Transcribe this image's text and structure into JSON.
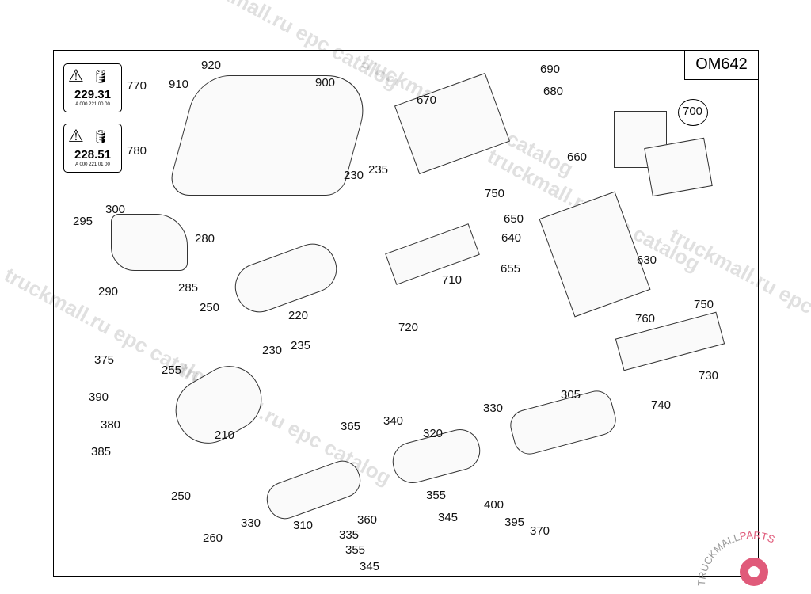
{
  "diagram": {
    "title": "OM642",
    "warning_labels": [
      {
        "number": "229.31",
        "code": "A 000 221 00 00",
        "callout": "770"
      },
      {
        "number": "228.51",
        "code": "A 000 221 01 00",
        "callout": "780"
      }
    ],
    "callouts": [
      "920",
      "910",
      "900",
      "690",
      "680",
      "670",
      "700",
      "660",
      "230",
      "235",
      "750",
      "650",
      "640",
      "300",
      "295",
      "280",
      "630",
      "710",
      "655",
      "290",
      "285",
      "250",
      "220",
      "720",
      "750",
      "760",
      "375",
      "230",
      "235",
      "255",
      "730",
      "390",
      "740",
      "305",
      "330",
      "340",
      "365",
      "380",
      "210",
      "320",
      "385",
      "355",
      "250",
      "400",
      "345",
      "395",
      "360",
      "330",
      "310",
      "370",
      "335",
      "260",
      "355",
      "345"
    ],
    "watermark": "truckmall.ru epc catalog",
    "logo": "TRUCKMALLPARTS",
    "colors": {
      "logo": "#e05a7a",
      "line": "#000000"
    }
  }
}
